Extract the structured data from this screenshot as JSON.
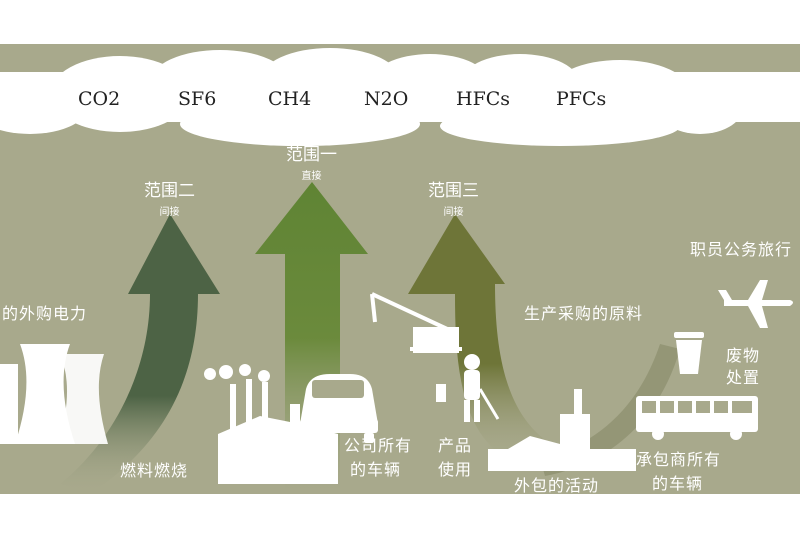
{
  "gases": [
    "CO2",
    "SF6",
    "CH4",
    "N2O",
    "HFCs",
    "PFCs"
  ],
  "scopes": {
    "scope2": {
      "title": "范围二",
      "sub": "间接"
    },
    "scope1": {
      "title": "范围一",
      "sub": "直接"
    },
    "scope3": {
      "title": "范围三",
      "sub": "间接"
    }
  },
  "labels": {
    "purchased_power": "的外购电力",
    "fuel_combustion": "燃料燃烧",
    "company_vehicles_1": "公司所有",
    "company_vehicles_2": "的车辆",
    "product_use_1": "产品",
    "product_use_2": "使用",
    "outsourced": "外包的活动",
    "raw_materials": "生产采购的原料",
    "waste_1": "废物",
    "waste_2": "处置",
    "business_travel": "职员公务旅行",
    "contractor_vehicles_1": "承包商所有",
    "contractor_vehicles_2": "的车辆"
  },
  "colors": {
    "background": "#a8a98c",
    "scope2_arrow": "#4d6345",
    "scope1_arrow": "#6b8a3c",
    "scope3_arrow": "#72783c",
    "cloud": "#ffffff"
  }
}
